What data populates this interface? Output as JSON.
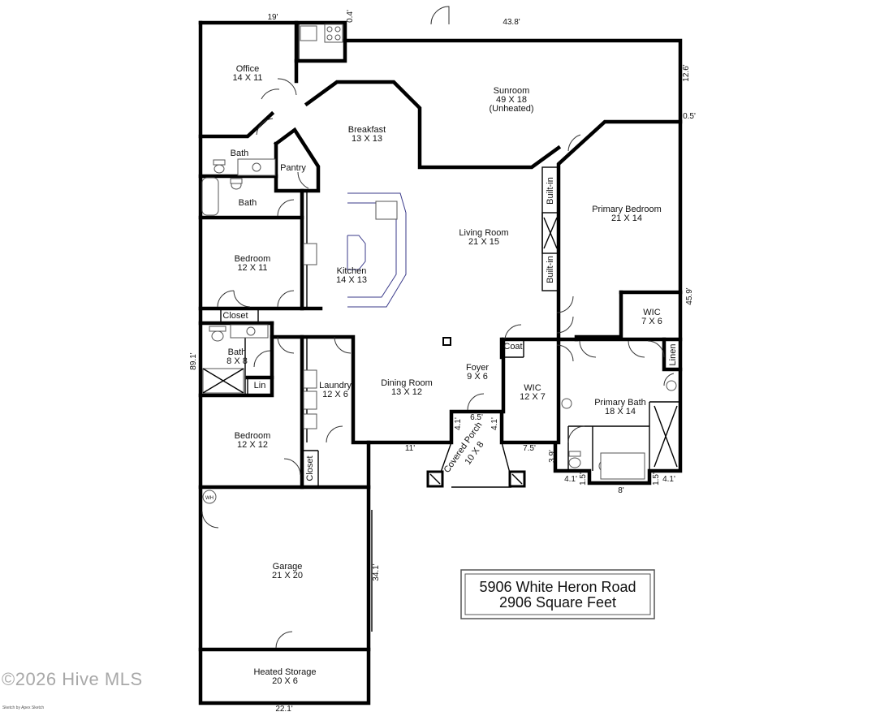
{
  "rooms": {
    "office": {
      "name": "Office",
      "size": "14 X 11"
    },
    "bath_top": {
      "name": "Bath"
    },
    "bath_mid": {
      "name": "Bath"
    },
    "pantry": {
      "name": "Pantry"
    },
    "breakfast": {
      "name": "Breakfast",
      "size": "13 X 13"
    },
    "sunroom": {
      "name": "Sunroom",
      "size": "49 X 18",
      "note": "(Unheated)"
    },
    "bedroom1": {
      "name": "Bedroom",
      "size": "12 X 11"
    },
    "kitchen": {
      "name": "Kitchen",
      "size": "14 X 13"
    },
    "living": {
      "name": "Living Room",
      "size": "21 X 15"
    },
    "builtin_top": {
      "name": "Built-in"
    },
    "builtin_bottom": {
      "name": "Built-in"
    },
    "primary_bed": {
      "name": "Primary Bedroom",
      "size": "21 X 14"
    },
    "closet_hall": {
      "name": "Closet"
    },
    "bath3": {
      "name": "Bath",
      "size": "8 X 8"
    },
    "lin": {
      "name": "Lin"
    },
    "laundry": {
      "name": "Laundry",
      "size": "12 X 6"
    },
    "dining": {
      "name": "Dining Room",
      "size": "13 X 12"
    },
    "foyer": {
      "name": "Foyer",
      "size": "9 X 6"
    },
    "coat": {
      "name": "Coat"
    },
    "wic_small": {
      "name": "WIC",
      "size": "7 X 6"
    },
    "linen": {
      "name": "Linen"
    },
    "wic": {
      "name": "WIC",
      "size": "12 X 7"
    },
    "primary_bath": {
      "name": "Primary Bath",
      "size": "18 X 14"
    },
    "bedroom2": {
      "name": "Bedroom",
      "size": "12 X 12"
    },
    "closet_bed2": {
      "name": "Closet"
    },
    "porch": {
      "name": "Covered Porch",
      "size": "10 X 8"
    },
    "garage": {
      "name": "Garage",
      "size": "21 X 20"
    },
    "storage": {
      "name": "Heated Storage",
      "size": "20 X 6"
    },
    "water_heater": {
      "name": "WH"
    }
  },
  "dimensions": {
    "top_left": "19'",
    "top_small": "0.4'",
    "top_right": "43.8'",
    "right_upper": "12.6'",
    "right_step": "0.5'",
    "right_full": "45.9'",
    "left_full": "89.1'",
    "porch_left": "4.1'",
    "porch_right": "4.1'",
    "porch_width": "6.5'",
    "front_left": "11'",
    "front_mid": "7.5'",
    "bath_step_h": "3.9'",
    "bath_step_w": "4.1'",
    "bath_inner_h": "1.5'",
    "bath_bottom": "8'",
    "bath_right_h": "1.5'",
    "bath_right_w": "4.1'",
    "garage_depth": "34.1'",
    "bottom": "22.1'"
  },
  "info": {
    "address": "5906 White Heron Road",
    "area": "2906 Square Feet"
  },
  "watermark": "©2026 Hive MLS",
  "credit": "Sketch by Apex Sketch"
}
